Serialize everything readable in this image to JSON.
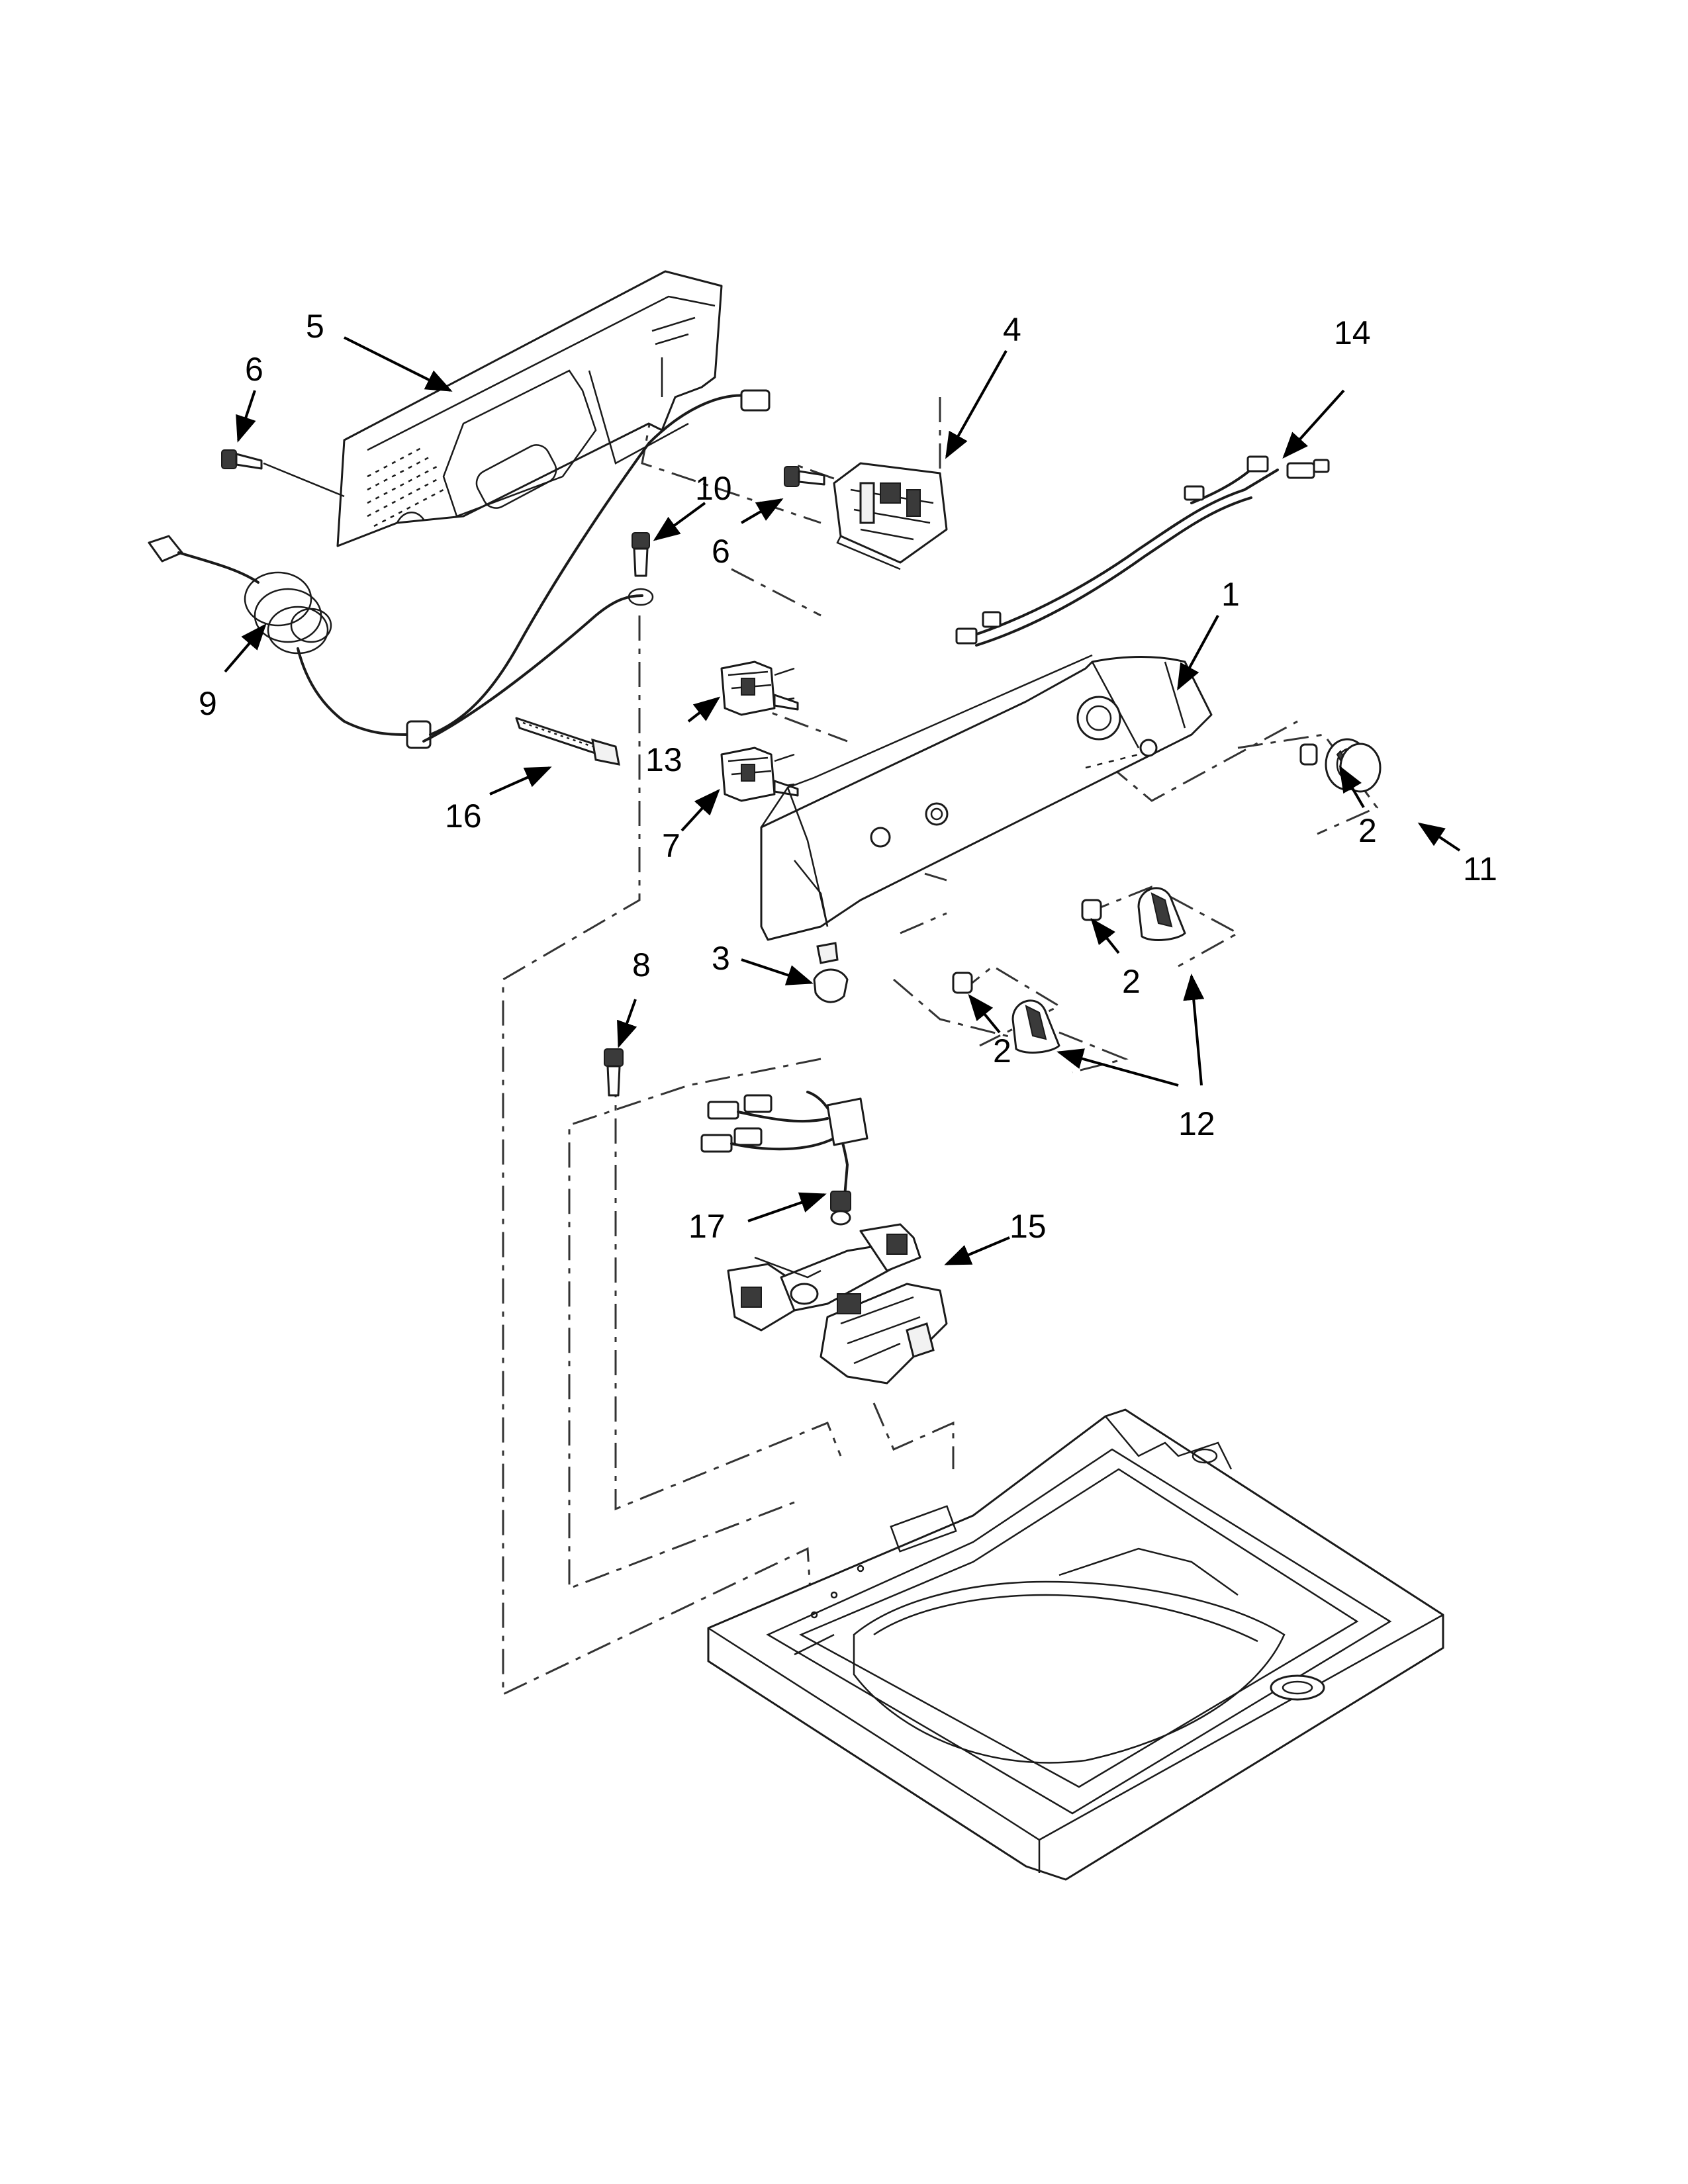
{
  "colors": {
    "line": "#1a1a1a",
    "background": "#ffffff"
  },
  "callouts": [
    {
      "id": "c1",
      "text": "1"
    },
    {
      "id": "c2a",
      "text": "2"
    },
    {
      "id": "c2b",
      "text": "2"
    },
    {
      "id": "c2c",
      "text": "2"
    },
    {
      "id": "c3",
      "text": "3"
    },
    {
      "id": "c4",
      "text": "4"
    },
    {
      "id": "c5",
      "text": "5"
    },
    {
      "id": "c6a",
      "text": "6"
    },
    {
      "id": "c6b",
      "text": "6"
    },
    {
      "id": "c7",
      "text": "7"
    },
    {
      "id": "c8",
      "text": "8"
    },
    {
      "id": "c9",
      "text": "9"
    },
    {
      "id": "c10",
      "text": "10"
    },
    {
      "id": "c11",
      "text": "11"
    },
    {
      "id": "c12",
      "text": "12"
    },
    {
      "id": "c13",
      "text": "13"
    },
    {
      "id": "c14",
      "text": "14"
    },
    {
      "id": "c15",
      "text": "15"
    },
    {
      "id": "c16",
      "text": "16"
    },
    {
      "id": "c17",
      "text": "17"
    }
  ]
}
